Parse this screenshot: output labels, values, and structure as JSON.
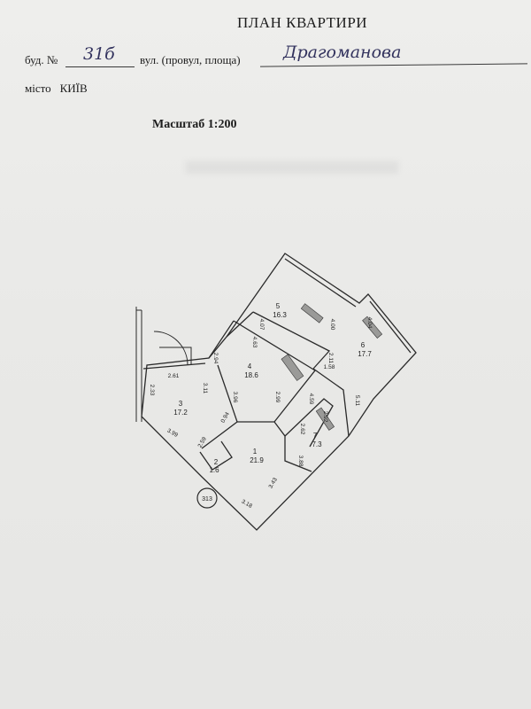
{
  "header": {
    "title": "ПЛАН КВАРТИРИ",
    "building_label": "буд. №",
    "building_number": "31б",
    "street_label": "вул. (провул, площа)",
    "street_name": "Драгоманова",
    "city_label": "місто",
    "city_name": "КИЇВ",
    "scale": "Масштаб 1:200"
  },
  "plan": {
    "rooms": [
      {
        "id": "room-1",
        "number": "1",
        "area": "21.9"
      },
      {
        "id": "room-2",
        "number": "2",
        "area": "1.6"
      },
      {
        "id": "room-3",
        "number": "3",
        "area": "17.2"
      },
      {
        "id": "room-4",
        "number": "4",
        "area": "18.6"
      },
      {
        "id": "room-5",
        "number": "5",
        "area": "16.3"
      },
      {
        "id": "room-6",
        "number": "6",
        "area": "17.7"
      },
      {
        "id": "room-7",
        "number": "7",
        "area": "7.3"
      }
    ],
    "dimensions": [
      "4.07",
      "4.00",
      "4.04",
      "4.63",
      "2.94",
      "3.96",
      "2.99",
      "2.11",
      "1.58",
      "2.61",
      "3.11",
      "2.33",
      "3.99",
      "2.59",
      "0.94",
      "4.59",
      "5.11",
      "2.62",
      "2.92",
      "3.88",
      "3.43",
      "3.18"
    ],
    "stamp": "313"
  }
}
